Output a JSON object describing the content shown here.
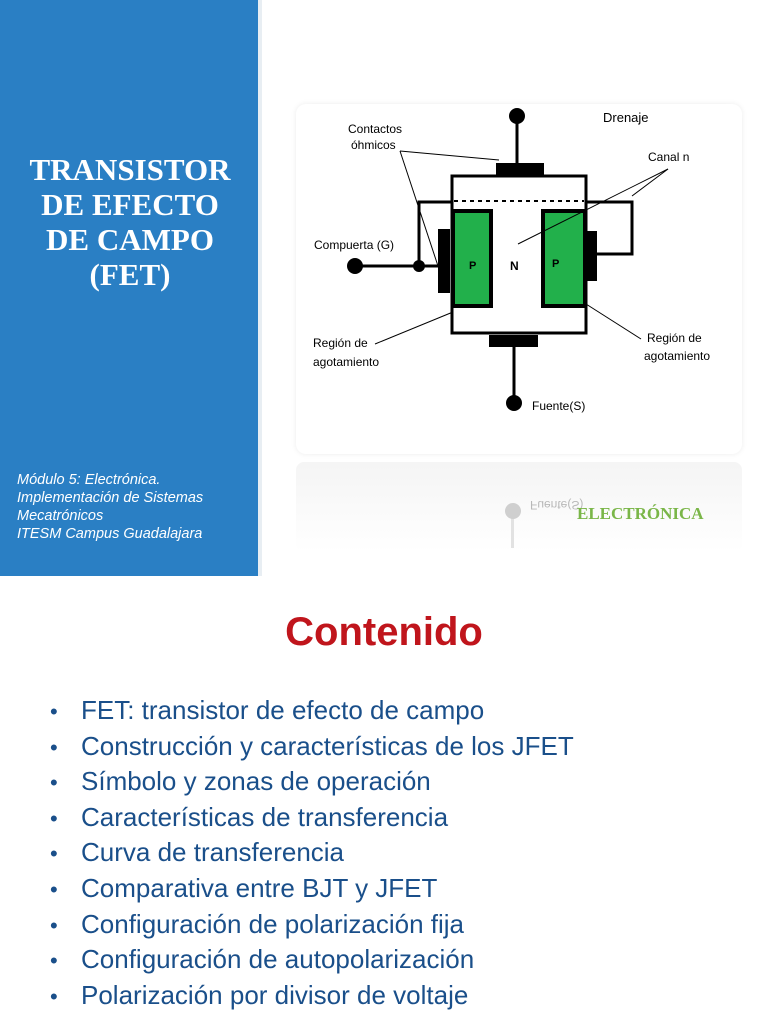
{
  "slide": {
    "title": "TRANSISTOR\nDE EFECTO\nDE CAMPO\n(FET)",
    "subtitle_lines": [
      "Módulo 5: Electrónica.",
      "Implementación de Sistemas",
      "Mecatrónicos",
      "ITESM Campus Guadalajara"
    ],
    "brand": "ELECTRÓNICA",
    "reflection_label": "Fuente(S)"
  },
  "diagram": {
    "labels": {
      "drain": "Drenaje",
      "ohmic_contacts_1": "Contactos",
      "ohmic_contacts_2": "óhmicos",
      "channel": "Canal n",
      "gate": "Compuerta (G)",
      "p_left": "P",
      "n_channel": "N",
      "p_right": "P",
      "depletion_left_1": "Región de",
      "depletion_left_2": "agotamiento",
      "depletion_right_1": "Región de",
      "depletion_right_2": "agotamiento",
      "source": "Fuente(S)"
    },
    "colors": {
      "p_region": "#22b04b",
      "wire": "#000000"
    }
  },
  "content": {
    "title": "Contenido",
    "bullet_symbol": "•",
    "items": [
      "FET: transistor de efecto de campo",
      "Construcción y características de los JFET",
      "Símbolo y zonas de operación",
      "Características de transferencia",
      "Curva de transferencia",
      "Comparativa entre BJT y JFET",
      "Configuración de polarización fija",
      "Configuración de autopolarización",
      "Polarización por divisor de voltaje"
    ]
  },
  "colors": {
    "panel_blue": "#2a7fc4",
    "content_title_red": "#c0151c",
    "list_text_blue": "#1a4f8a",
    "brand_green": "#7ab648"
  }
}
